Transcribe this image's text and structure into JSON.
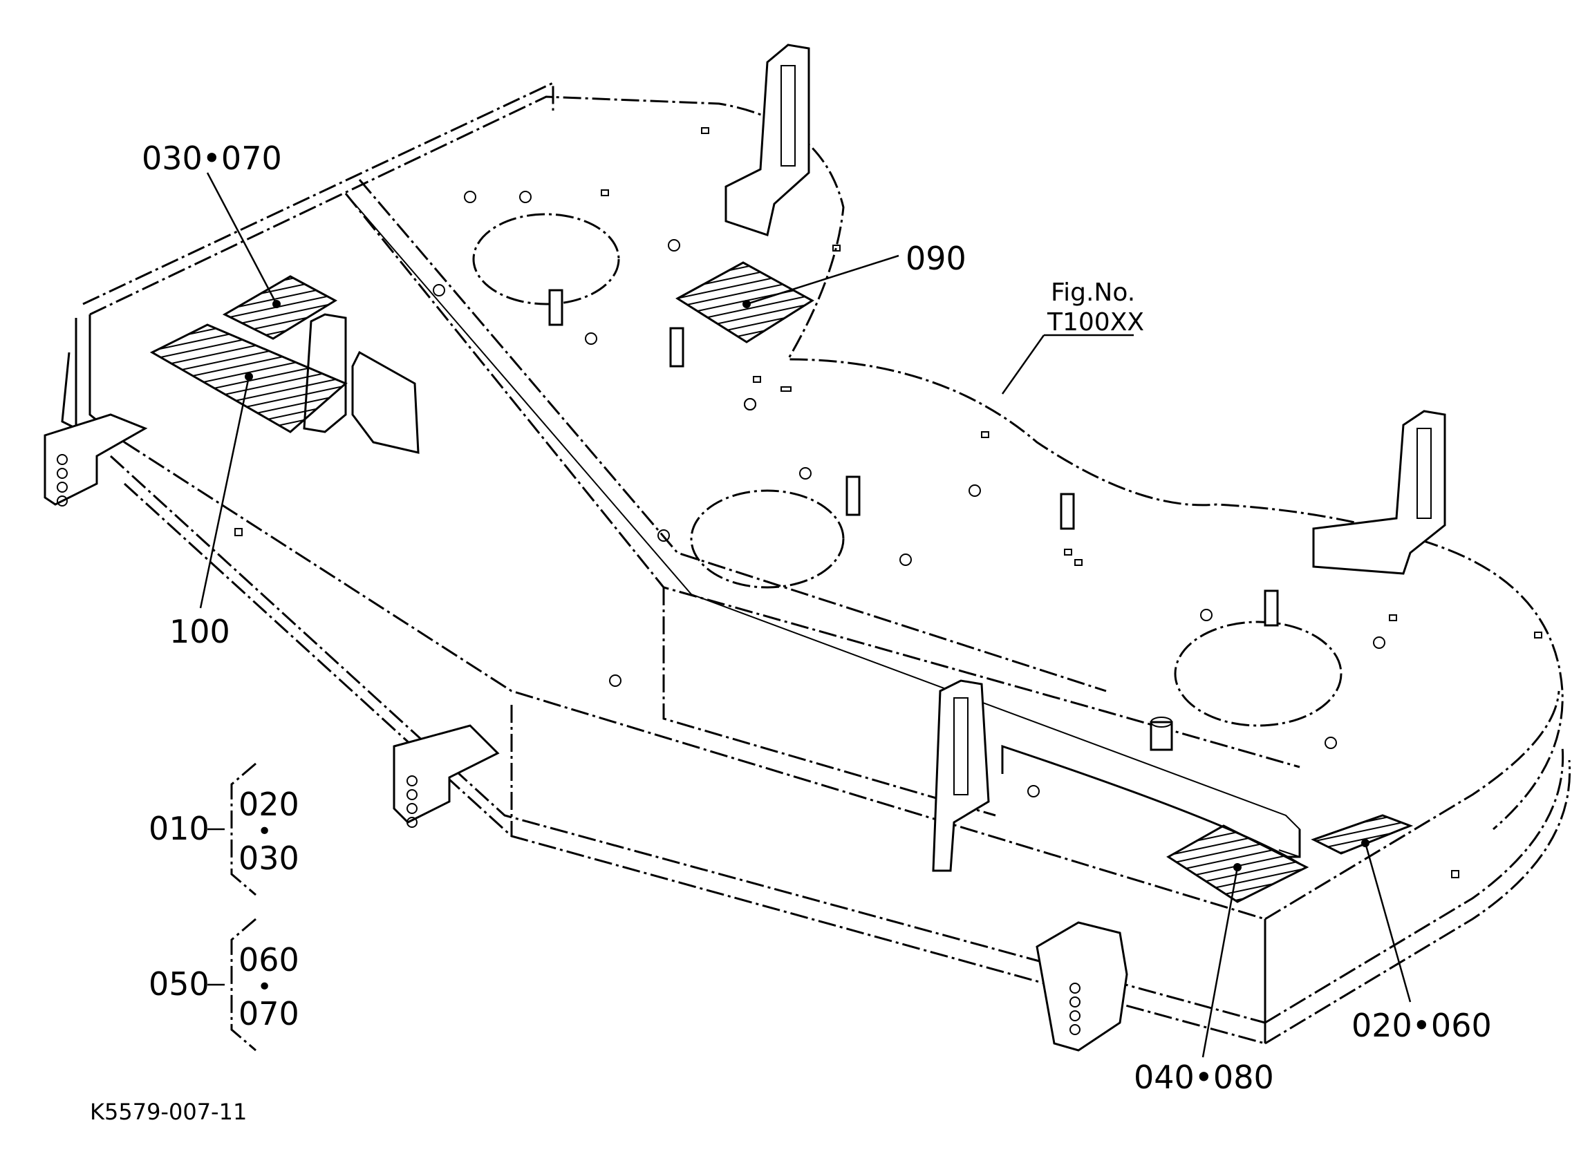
{
  "labels": {
    "decal_030_070": "030•070",
    "decal_090": "090",
    "decal_100": "100",
    "decal_040_080": "040•080",
    "decal_020_060": "020•060",
    "fig_line1": "Fig.No.",
    "fig_line2": "T100XX",
    "drawing_code": "K5579-007-11"
  },
  "groups": [
    {
      "parent": "010",
      "top": "020",
      "dot": "•",
      "bottom": "030"
    },
    {
      "parent": "050",
      "top": "060",
      "dot": "•",
      "bottom": "070"
    }
  ]
}
